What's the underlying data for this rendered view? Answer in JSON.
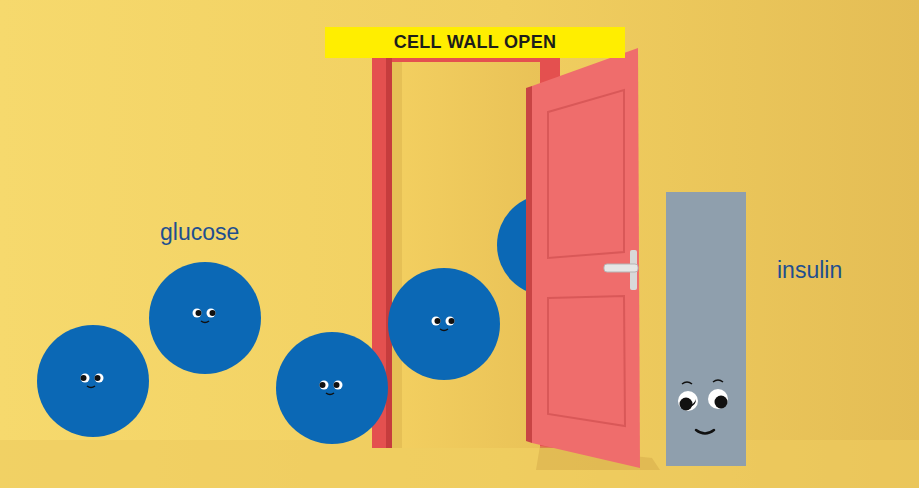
{
  "diagram": {
    "nodes": [
      {
        "text": [
          "CELL WALL OPEN"
        ]
      }
    ],
    "labels": [
      "glucose",
      "insulin"
    ]
  }
}
